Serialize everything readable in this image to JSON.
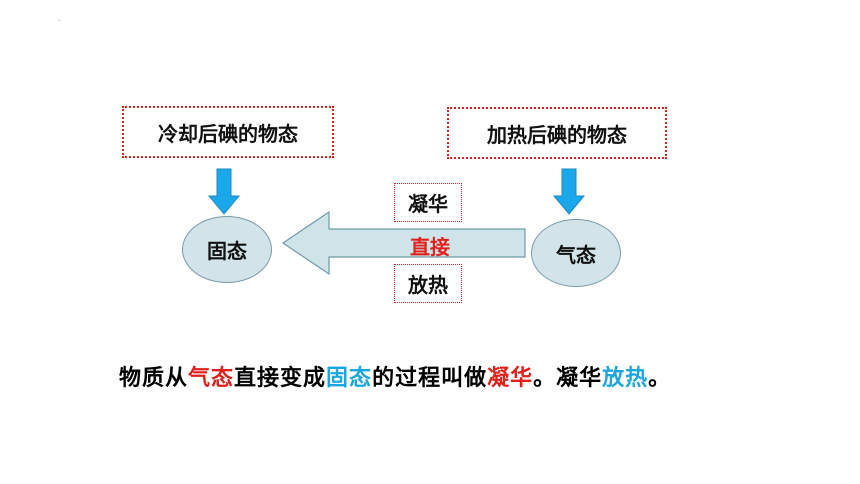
{
  "boxes": {
    "cool_label": "冷却后碘的物态",
    "heat_label": "加热后碘的物态"
  },
  "states": {
    "solid": "固态",
    "gas": "气态"
  },
  "process": {
    "top_label": "凝华",
    "middle_label": "直接",
    "bottom_label": "放热"
  },
  "sentence": {
    "p1": "物质从",
    "p2": "气态",
    "p3": "直接变成",
    "p4": "固态",
    "p5": "的过程叫做",
    "p6": "凝华",
    "p7": "。凝华",
    "p8": "放热",
    "p9": "。"
  },
  "colors": {
    "red": "#e0201b",
    "blue": "#1aa6e0",
    "arrow_fill": "#cfe4e8",
    "arrow_stroke": "#6f9aa6",
    "down_arrow": "#1aa8ea",
    "oval_fill": "#d2e4e9"
  }
}
